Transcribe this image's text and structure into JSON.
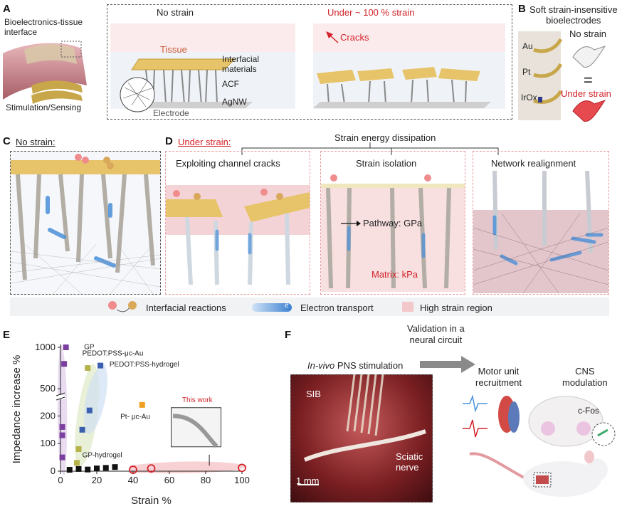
{
  "panels": {
    "A": "A",
    "B": "B",
    "C": "C",
    "D": "D",
    "E": "E",
    "F": "F"
  },
  "a": {
    "interface_label": "Bioelectronics-tissue\ninterface",
    "stim_label": "Stimulation/Sensing",
    "no_strain": "No strain",
    "under_strain": "Under ~ 100 % strain",
    "tissue": "Tissue",
    "interfacial": "Interfacial\nmaterials",
    "acf": "ACF",
    "agnw": "AgNW",
    "electrode": "Electrode",
    "cracks": "Cracks"
  },
  "b": {
    "title": "Soft strain-insensitive\nbioelectrodes",
    "au": "Au",
    "pt": "Pt",
    "irox": "IrOx",
    "no_strain": "No strain",
    "equals": "=",
    "under_strain": "Under strain"
  },
  "c": {
    "title": "No strain:"
  },
  "d": {
    "title": "Under strain:",
    "header": "Strain energy dissipation",
    "sub1": "Exploiting channel cracks",
    "sub2": "Strain isolation",
    "sub3": "Network realignment",
    "pathway": "Pathway: GPa",
    "matrix": "Matrix: kPa",
    "electron_symbol": "e"
  },
  "legend": {
    "reactions": "Interfacial reactions",
    "transport": "Electron transport",
    "high": "High strain region"
  },
  "e": {
    "chart_data": {
      "type": "scatter",
      "xlabel": "Strain %",
      "ylabel": "Impedance increase %",
      "x_ticks": [
        "0",
        "20",
        "40",
        "60",
        "80",
        "100"
      ],
      "y_ticks": [
        "0",
        "100",
        "200",
        "500",
        "1000"
      ],
      "xlim": [
        0,
        100
      ],
      "y_axis_break": [
        [
          0,
          250
        ],
        [
          450,
          1000
        ]
      ],
      "series": [
        {
          "name": "GP",
          "color": "#7b3fa0",
          "points": [
            [
              3,
              1000
            ],
            [
              2,
              800
            ],
            [
              1,
              160
            ],
            [
              1,
              130
            ],
            [
              1,
              50
            ]
          ]
        },
        {
          "name": "PEDOT:PSS-μc-Au",
          "color": "#b5b24a",
          "points": [
            [
              15,
              750
            ],
            [
              10,
              80
            ],
            [
              9,
              30
            ]
          ]
        },
        {
          "name": "PEDOT:PSS-hydrogel",
          "color": "#3a5fae",
          "points": [
            [
              22,
              780
            ],
            [
              16,
              220
            ],
            [
              12,
              150
            ]
          ]
        },
        {
          "name": "Pt- μc-Au",
          "color": "#f0a020",
          "points": [
            [
              45,
              240
            ]
          ]
        },
        {
          "name": "GP-hydrogel",
          "color": "#111111",
          "points": [
            [
              5,
              5
            ],
            [
              10,
              8
            ],
            [
              15,
              6
            ],
            [
              20,
              10
            ],
            [
              25,
              12
            ],
            [
              30,
              15
            ]
          ]
        },
        {
          "name": "This work",
          "color": "#d2232a",
          "points": [
            [
              40,
              5
            ],
            [
              50,
              10
            ],
            [
              100,
              12
            ]
          ]
        }
      ],
      "labels": {
        "this_work": "This work"
      }
    }
  },
  "f": {
    "label": "F",
    "validation": "Validation in a\nneural circuit",
    "invivo_prefix": "In-vivo",
    "invivo_rest": " PNS stimulation",
    "sib": "SIB",
    "sciatic": "Sciatic\nnerve",
    "scale": "1 mm",
    "motor": "Motor unit\nrecruitment",
    "cns": "CNS\nmodulation",
    "cfos": "c-Fos"
  },
  "colors": {
    "accent_red": "#d2232a",
    "gold": "#e7c46a",
    "blue": "#4a90d9",
    "pink": "#f4d3d6"
  }
}
